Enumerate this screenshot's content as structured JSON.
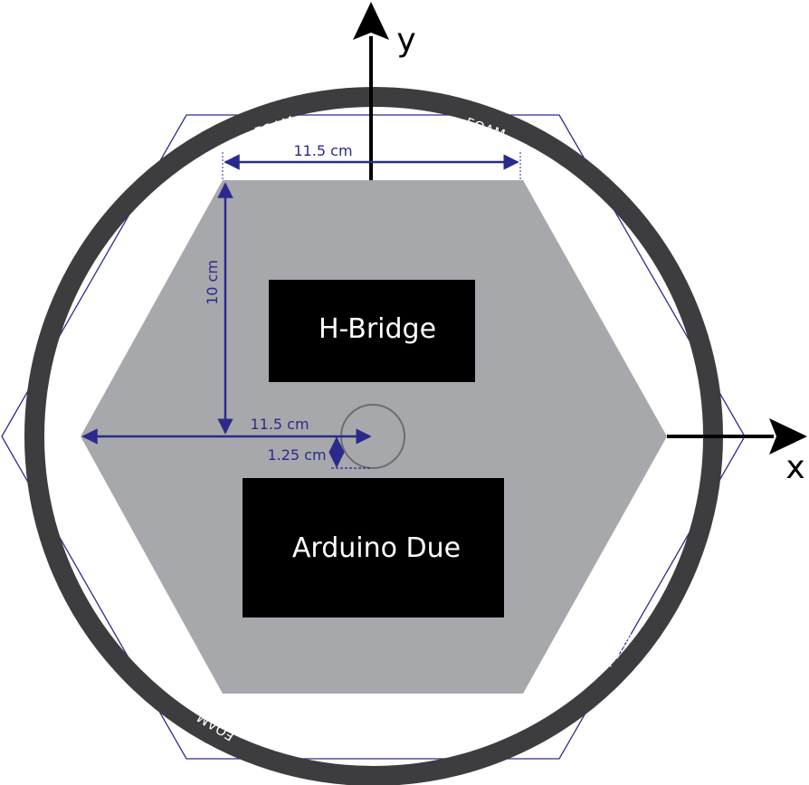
{
  "axes": {
    "x_label": "x",
    "y_label": "y"
  },
  "components": {
    "h_bridge": "H-Bridge",
    "arduino": "Arduino Due"
  },
  "dimensions": {
    "top_width": "11.5 cm",
    "side_height": "10 cm",
    "center_width": "11.5 cm",
    "offset": "1.25 cm"
  },
  "foam": {
    "top_left": "FOAM",
    "top_right": "FOAM",
    "bottom_right": "FOAM",
    "bottom_left": "FOAM"
  },
  "colors": {
    "ring": "#3d3d3f",
    "plate": "#a7a8ab",
    "dimension": "#2b2a8c",
    "outline": "#2e2d8e",
    "box": "#000000"
  }
}
